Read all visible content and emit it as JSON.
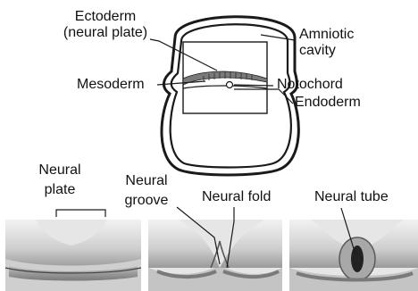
{
  "diagram": {
    "top_labels": {
      "ectoderm_line1": "Ectoderm",
      "ectoderm_line2": "(neural plate)",
      "amniotic_line1": "Amniotic",
      "amniotic_line2": "cavity",
      "mesoderm": "Mesoderm",
      "notochord": "Notochord",
      "endoderm": "Endoderm"
    },
    "stage_labels": {
      "neural_plate_line1": "Neural",
      "neural_plate_line2": "plate",
      "neural_groove_line1": "Neural",
      "neural_groove_line2": "groove",
      "neural_fold": "Neural fold",
      "neural_tube": "Neural tube"
    }
  },
  "colors": {
    "outline": "#1a1a1a",
    "tissue_light": "#e6e6e6",
    "tissue_mid": "#bdbdbd",
    "tissue_dark": "#8a8a8a",
    "tube_dark": "#222222"
  }
}
